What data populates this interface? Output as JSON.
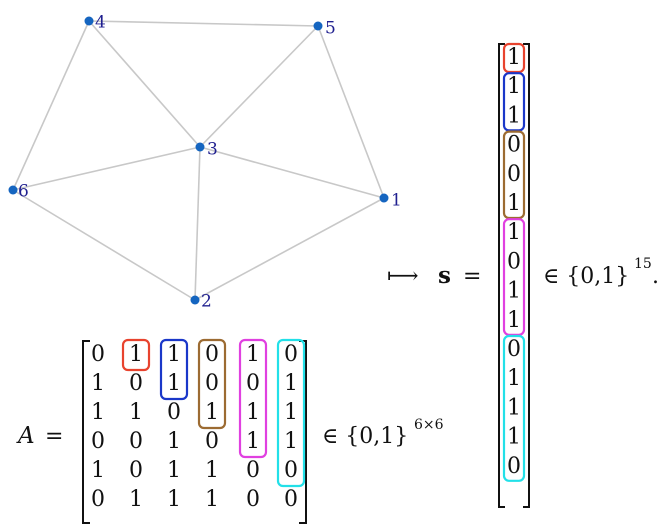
{
  "colors": {
    "edge": "#c8c8c8",
    "node": "#1565c0",
    "label": "#1f1f8f",
    "groups": [
      "#e8432e",
      "#1a37c9",
      "#9c6b32",
      "#e040e0",
      "#22e0e8"
    ]
  },
  "graph": {
    "nodes": [
      {
        "id": "1",
        "label": "1"
      },
      {
        "id": "2",
        "label": "2"
      },
      {
        "id": "3",
        "label": "3"
      },
      {
        "id": "4",
        "label": "4"
      },
      {
        "id": "5",
        "label": "5"
      },
      {
        "id": "6",
        "label": "6"
      }
    ],
    "edges": [
      [
        "1",
        "2"
      ],
      [
        "1",
        "3"
      ],
      [
        "1",
        "5"
      ],
      [
        "2",
        "3"
      ],
      [
        "2",
        "6"
      ],
      [
        "3",
        "4"
      ],
      [
        "3",
        "5"
      ],
      [
        "3",
        "6"
      ],
      [
        "4",
        "5"
      ],
      [
        "4",
        "6"
      ]
    ]
  },
  "matrix": {
    "name": "A",
    "equals": "=",
    "rows": [
      [
        "0",
        "1",
        "1",
        "0",
        "1",
        "0"
      ],
      [
        "1",
        "0",
        "1",
        "0",
        "0",
        "1"
      ],
      [
        "1",
        "1",
        "0",
        "1",
        "1",
        "1"
      ],
      [
        "0",
        "0",
        "1",
        "0",
        "1",
        "1"
      ],
      [
        "1",
        "0",
        "1",
        "1",
        "0",
        "0"
      ],
      [
        "0",
        "1",
        "1",
        "1",
        "0",
        "0"
      ]
    ],
    "membership": "∈ {0,1}",
    "membership_sup": "6×6"
  },
  "mapsto": "⟼",
  "vector": {
    "name": "s",
    "equals": "=",
    "entries": [
      "1",
      "1",
      "1",
      "0",
      "0",
      "1",
      "1",
      "0",
      "1",
      "1",
      "0",
      "1",
      "1",
      "1",
      "0"
    ],
    "membership": "∈ {0,1}",
    "membership_sup": "15",
    "trailing": "."
  }
}
